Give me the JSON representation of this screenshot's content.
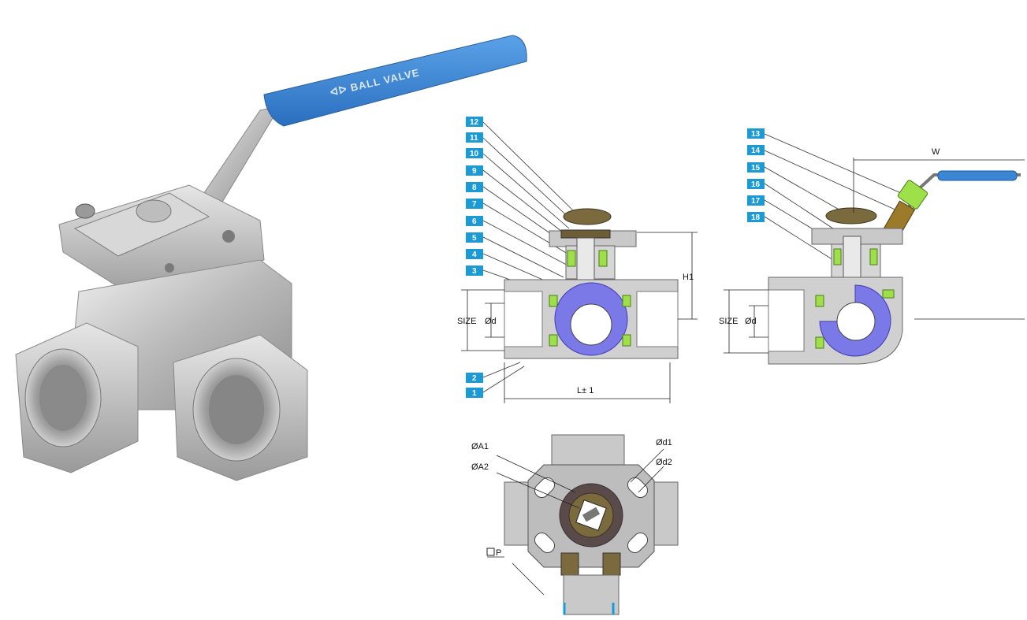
{
  "photo": {
    "handle_text": "ᐊᐅ BALL VALVE"
  },
  "side_section": {
    "callouts": [
      "12",
      "11",
      "10",
      "9",
      "8",
      "7",
      "6",
      "5",
      "4",
      "3",
      "2",
      "1"
    ],
    "dim_h1": "H1",
    "dim_size": "SIZE",
    "dim_od": "Ød",
    "dim_length": "L± 1"
  },
  "front_section": {
    "callouts": [
      "13",
      "14",
      "15",
      "16",
      "17",
      "18"
    ],
    "dim_w": "W",
    "dim_size": "SIZE",
    "dim_od": "Ød"
  },
  "top_view": {
    "dim_oa1": "ØA1",
    "dim_oa2": "ØA2",
    "dim_od1": "Ød1",
    "dim_od2": "Ød2",
    "dim_p": "P"
  },
  "colors": {
    "badge": "#1b9ad6",
    "handle": "#3a86d4",
    "ball": "#7b79e8",
    "seat": "#9ee04a",
    "body": "#c9c9c9",
    "stem_parts": "#7a6a3e"
  }
}
